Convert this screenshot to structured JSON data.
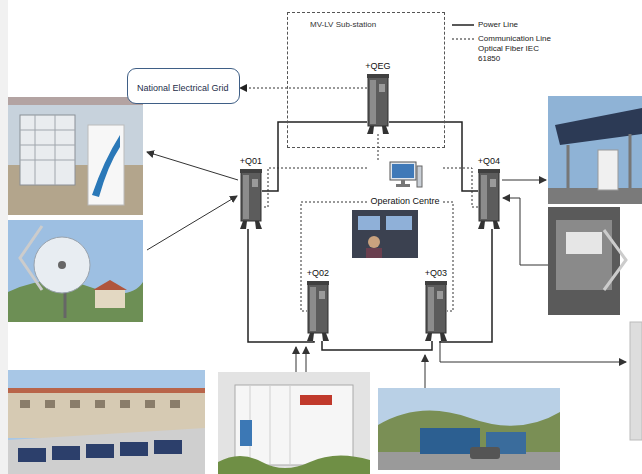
{
  "diagram": {
    "nodes": [
      {
        "text": [
          "MV-LV Sub-station"
        ]
      },
      {
        "text": [
          "+QEG"
        ],
        "in": 0
      },
      {
        "text": [
          "National Electrical Grid"
        ]
      },
      {
        "text": [
          "+Q01"
        ]
      },
      {
        "text": [
          "+Q04"
        ]
      },
      {
        "text": [
          "Operation Centre"
        ]
      },
      {
        "text": [
          "+Q02"
        ]
      },
      {
        "text": [
          "+Q03"
        ]
      }
    ],
    "edges": [
      {
        "from": 1,
        "to": 2,
        "arrow": "to"
      },
      {
        "from": 1,
        "to": 3,
        "arrow": "none"
      },
      {
        "from": 1,
        "to": 4,
        "arrow": "none"
      },
      {
        "from": 3,
        "to": 6,
        "arrow": "none"
      },
      {
        "from": 4,
        "to": 7,
        "arrow": "none"
      },
      {
        "from": 6,
        "to": 7,
        "arrow": "none"
      },
      {
        "from": 1,
        "to": 5,
        "arrow": "none"
      },
      {
        "from": 5,
        "to": 3,
        "arrow": "none"
      },
      {
        "from": 5,
        "to": 4,
        "arrow": "none"
      },
      {
        "from": 5,
        "to": 6,
        "arrow": "none"
      },
      {
        "from": 5,
        "to": 7,
        "arrow": "none"
      }
    ],
    "legend": [
      {
        "text": "Power Line"
      },
      {
        "text": "Communication Line Optical Fiber IEC 61850"
      }
    ]
  }
}
